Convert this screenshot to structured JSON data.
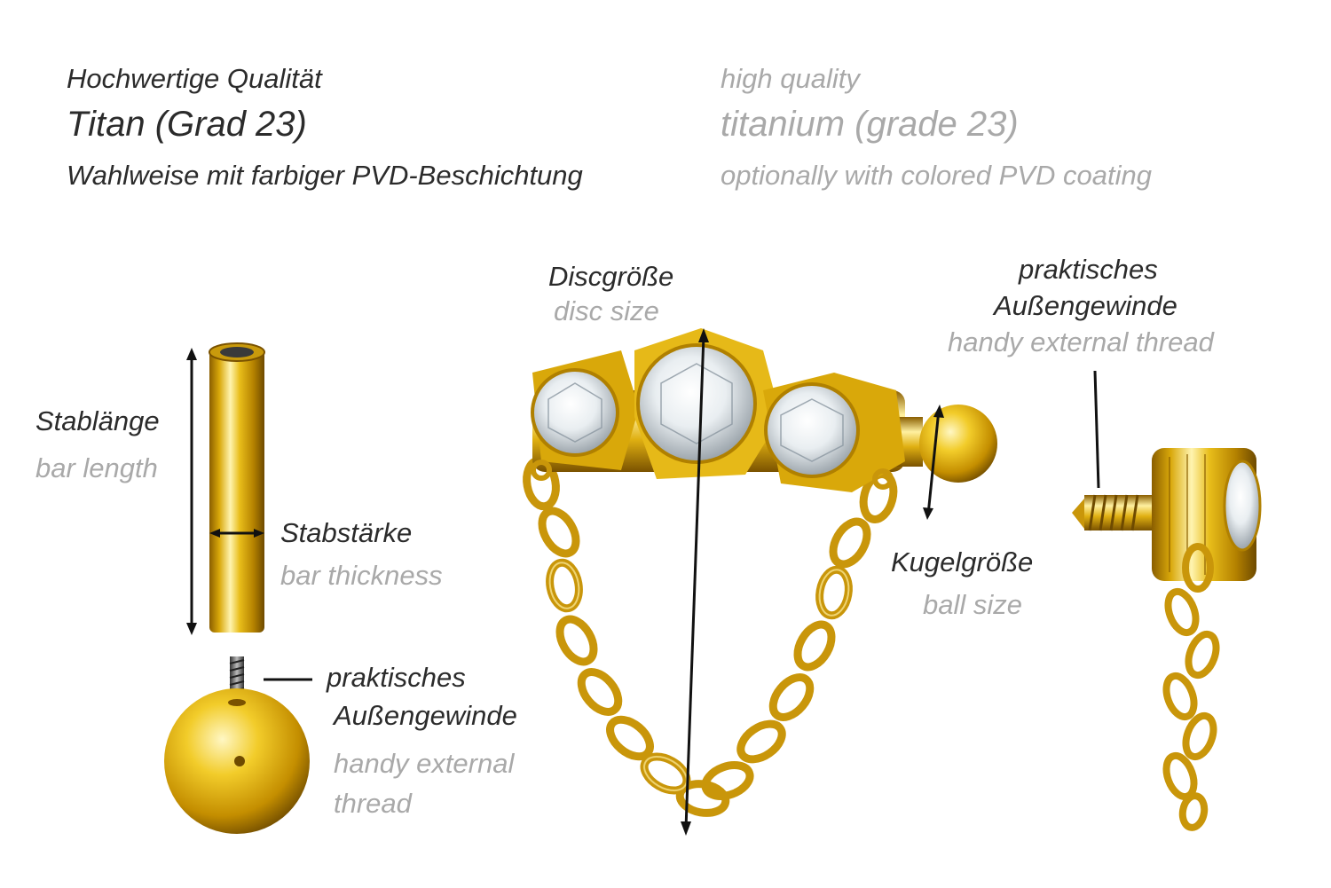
{
  "header": {
    "de": {
      "quality": "Hochwertige Qualität",
      "material": "Titan (Grad 23)",
      "coating": "Wahlweise mit farbiger PVD-Beschichtung"
    },
    "en": {
      "quality": "high quality",
      "material": "titanium (grade 23)",
      "coating": "optionally with colored PVD coating"
    }
  },
  "labels": {
    "bar_length": {
      "de": "Stablänge",
      "en": "bar length"
    },
    "bar_thickness": {
      "de": "Stabstärke",
      "en": "bar thickness"
    },
    "thread_left": {
      "de_1": "praktisches",
      "de_2": "Außengewinde",
      "en_1": "handy external",
      "en_2": "thread"
    },
    "disc_size": {
      "de": "Discgröße",
      "en": "disc size"
    },
    "ball_size": {
      "de": "Kugelgröße",
      "en": "ball size"
    },
    "thread_right": {
      "de_1": "praktisches",
      "de_2": "Außengewinde",
      "en": "handy external thread"
    }
  },
  "colors": {
    "gold_light": "#fff2a8",
    "gold_mid": "#e3b60f",
    "gold_dark": "#8a5e00",
    "text_de": "#2b2b2b",
    "text_en": "#a9a9a9"
  }
}
